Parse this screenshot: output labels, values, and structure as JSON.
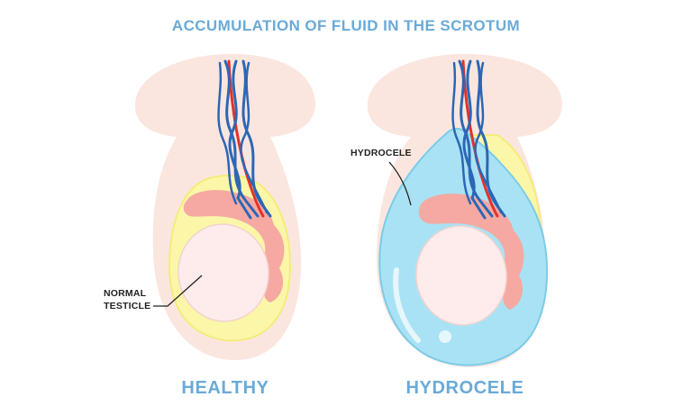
{
  "title": "ACCUMULATION OF FLUID IN THE SCROTUM",
  "panels": {
    "healthy": {
      "caption": "HEALTHY",
      "label_line1": "NORMAL",
      "label_line2": "TESTICLE"
    },
    "hydrocele": {
      "caption": "HYDROCELE",
      "label": "HYDROCELE"
    }
  },
  "colors": {
    "title": "#6aaad8",
    "skin": "#fbe6df",
    "yellow_layer": "#fbf6a8",
    "yellow_outline": "#f4ec7c",
    "testicle": "#fdeceb",
    "epididymis": "#f5a9a2",
    "fluid": "#a9e2f4",
    "fluid_outline": "#7ccbe8",
    "vein": "#2b67b6",
    "artery": "#e3312a"
  }
}
